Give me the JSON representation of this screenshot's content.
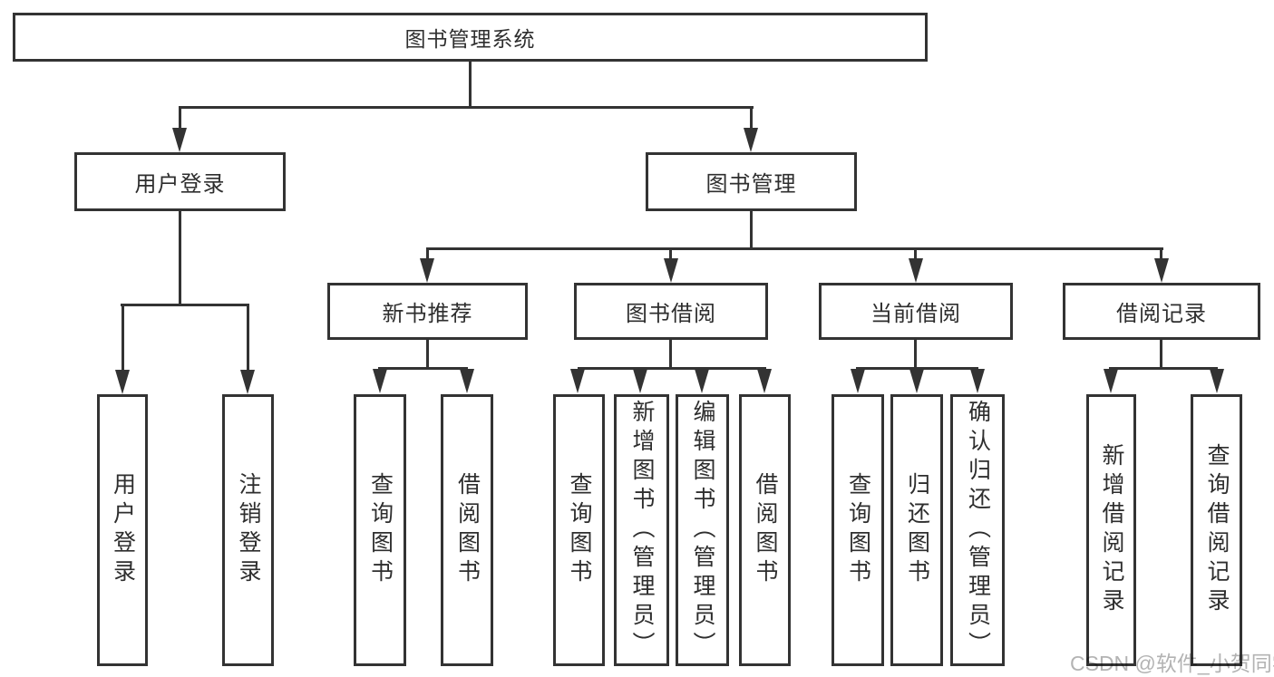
{
  "colors": {
    "line": "#333333",
    "text": "#2e2e2e",
    "watermark": "#b3b3b3",
    "background": "#ffffff"
  },
  "root": {
    "label": "图书管理系统"
  },
  "branches": [
    {
      "label": "用户登录",
      "children": [
        {
          "label": "用户登录"
        },
        {
          "label": "注销登录"
        }
      ]
    },
    {
      "label": "图书管理",
      "children": [
        {
          "label": "新书推荐",
          "children": [
            {
              "label": "查询图书"
            },
            {
              "label": "借阅图书"
            }
          ]
        },
        {
          "label": "图书借阅",
          "children": [
            {
              "label": "查询图书"
            },
            {
              "label": "新增图书（管理员）"
            },
            {
              "label": "编辑图书（管理员）"
            },
            {
              "label": "借阅图书"
            }
          ]
        },
        {
          "label": "当前借阅",
          "children": [
            {
              "label": "查询图书"
            },
            {
              "label": "归还图书"
            },
            {
              "label": "确认归还（管理员）"
            }
          ]
        },
        {
          "label": "借阅记录",
          "children": [
            {
              "label": "新增借阅记录"
            },
            {
              "label": "查询借阅记录"
            }
          ]
        }
      ]
    }
  ],
  "watermark": "CSDN @软件_小贺同学"
}
